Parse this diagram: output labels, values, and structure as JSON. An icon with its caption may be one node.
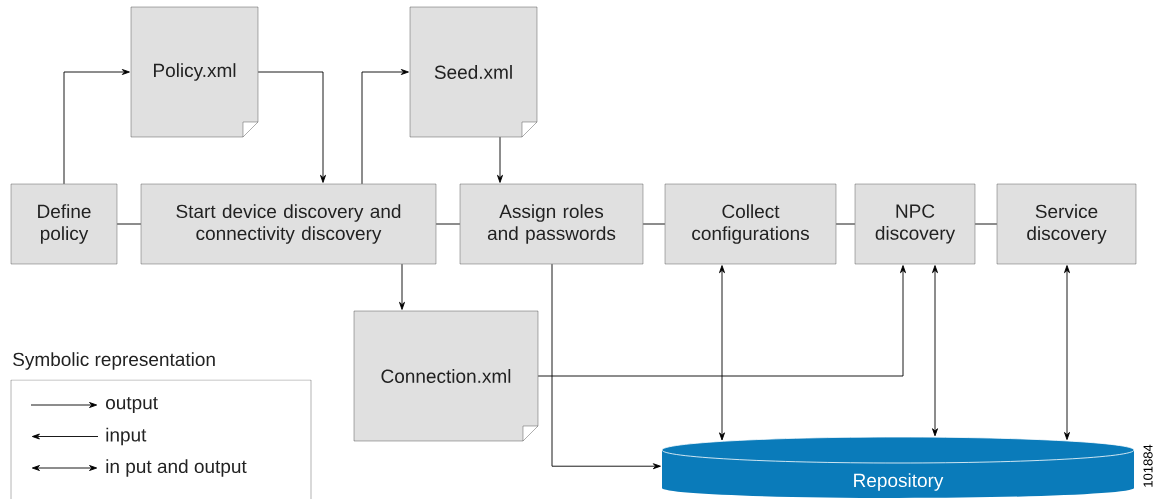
{
  "diagram": {
    "nodes": [
      {
        "text": [
          "Policy.xml"
        ]
      },
      {
        "text": [
          "Seed.xml"
        ]
      },
      {
        "text": [
          "Define policy"
        ]
      },
      {
        "text": [
          "Start device discovery and connectivity discovery"
        ]
      },
      {
        "text": [
          "Assign roles and passwords"
        ]
      },
      {
        "text": [
          "Collect configurations"
        ]
      },
      {
        "text": [
          "NPC discovery"
        ]
      },
      {
        "text": [
          "Service discovery"
        ]
      },
      {
        "text": [
          "Connection.xml"
        ]
      },
      {
        "text": [
          "Repository"
        ]
      }
    ],
    "edges": [
      {
        "from": 2,
        "to": 0,
        "arrow": "to"
      },
      {
        "from": 0,
        "to": 3,
        "arrow": "to"
      },
      {
        "from": 3,
        "to": 1,
        "arrow": "to"
      },
      {
        "from": 1,
        "to": 4,
        "arrow": "to"
      },
      {
        "from": 2,
        "to": 3,
        "arrow": "none"
      },
      {
        "from": 3,
        "to": 4,
        "arrow": "none"
      },
      {
        "from": 4,
        "to": 5,
        "arrow": "none"
      },
      {
        "from": 5,
        "to": 6,
        "arrow": "none"
      },
      {
        "from": 6,
        "to": 7,
        "arrow": "none"
      },
      {
        "from": 3,
        "to": 8,
        "arrow": "to"
      },
      {
        "from": 4,
        "to": 9,
        "arrow": "to"
      },
      {
        "from": 8,
        "to": 6,
        "arrow": "to"
      },
      {
        "from": 5,
        "to": 9,
        "arrow": "both"
      },
      {
        "from": 6,
        "to": 9,
        "arrow": "both"
      },
      {
        "from": 7,
        "to": 9,
        "arrow": "both"
      }
    ],
    "labels": [
      "Symbolic representation",
      "101884"
    ],
    "legend": [
      {
        "text": "output"
      },
      {
        "text": "input"
      },
      {
        "text": "in put and output"
      }
    ]
  }
}
